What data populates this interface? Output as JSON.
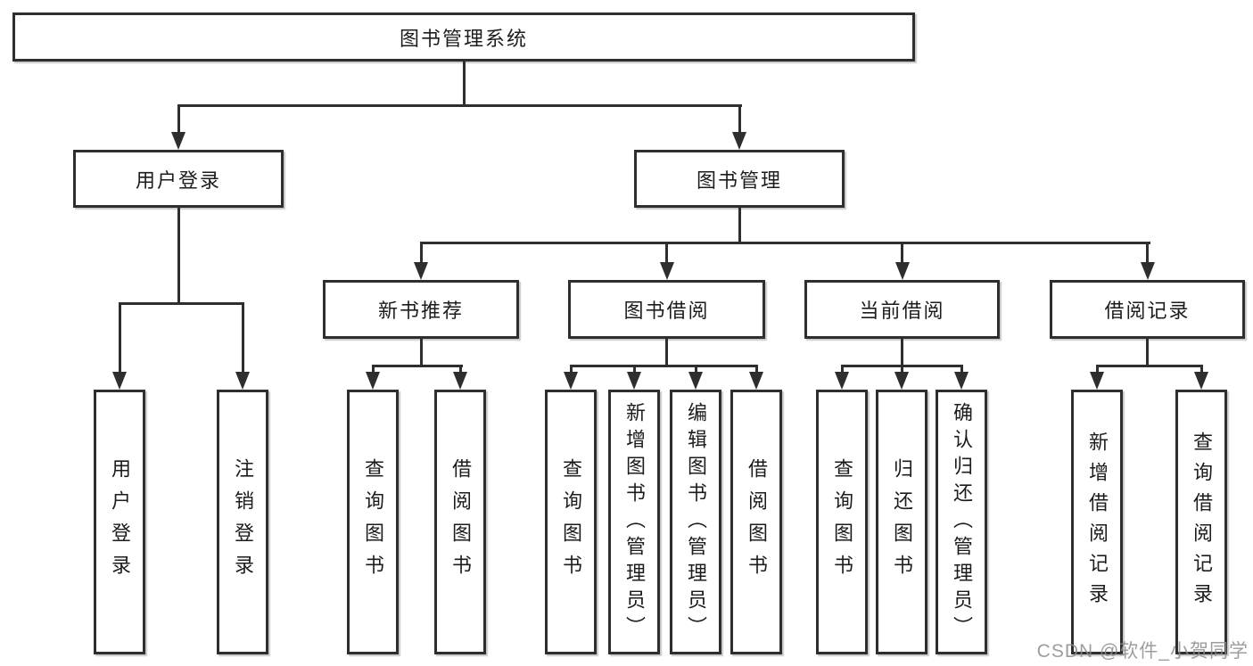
{
  "root": {
    "label": "图书管理系统"
  },
  "branches": {
    "user": {
      "label": "用户登录",
      "children": [
        "用户登录",
        "注销登录"
      ]
    },
    "mgmt": {
      "label": "图书管理",
      "sections": [
        {
          "label": "新书推荐",
          "children": [
            "查询图书",
            "借阅图书"
          ]
        },
        {
          "label": "图书借阅",
          "children": [
            "查询图书",
            "新增图书（管理员）",
            "编辑图书（管理员）",
            "借阅图书"
          ]
        },
        {
          "label": "当前借阅",
          "children": [
            "查询图书",
            "归还图书",
            "确认归还（管理员）"
          ]
        },
        {
          "label": "借阅记录",
          "children": [
            "新增借阅记录",
            "查询借阅记录"
          ]
        }
      ]
    }
  },
  "watermark": "CSDN @软件_小贺同学",
  "icons": {
    "connector_arrow": "arrow-down-icon"
  },
  "colors": {
    "line": "#2e2e2e",
    "text": "#1c1c1c",
    "background": "#ffffff",
    "watermark": "#8c8c8c"
  }
}
